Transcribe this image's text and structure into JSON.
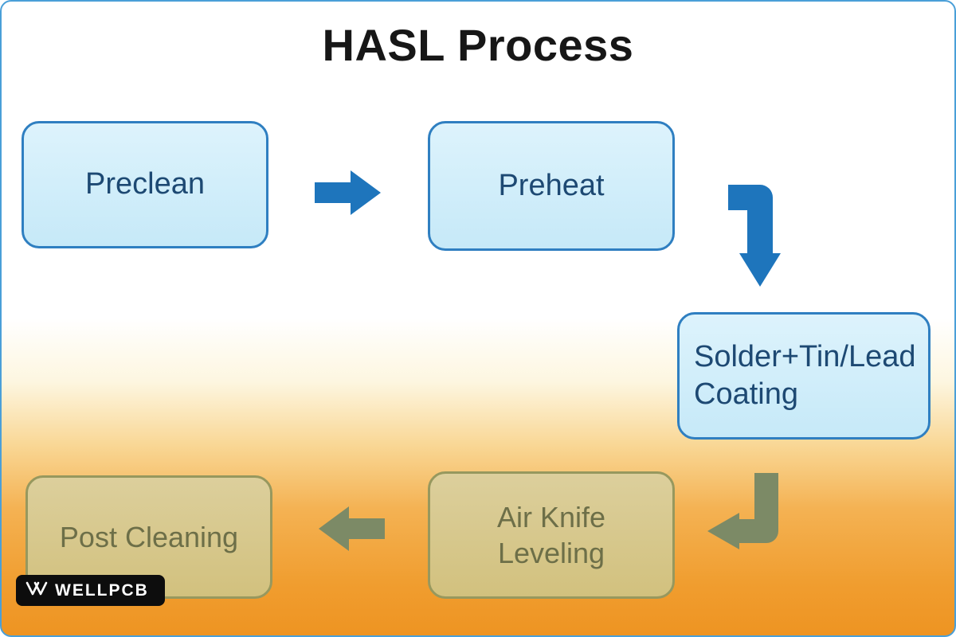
{
  "diagram": {
    "title": "HASL Process",
    "nodes": {
      "preclean": {
        "label": "Preclean"
      },
      "preheat": {
        "label": "Preheat"
      },
      "solder_coating": {
        "label": "Solder+Tin/Lead Coating"
      },
      "air_knife": {
        "label": "Air Knife Leveling"
      },
      "post_cleaning": {
        "label": "Post Cleaning"
      }
    },
    "colors": {
      "blue_box_fill": "#cdecf9",
      "blue_box_border": "#2f7fc1",
      "blue_text": "#1d4973",
      "blue_arrow": "#1e75bc",
      "tan_box_fill": "#d6c88c",
      "tan_box_border": "#97985e",
      "tan_text": "#6d6f48",
      "olive_arrow": "#7c8a66",
      "background_orange": "#ee9422",
      "frame_border": "#4a9fd8"
    }
  },
  "branding": {
    "logo_text": "WELLPCB"
  }
}
